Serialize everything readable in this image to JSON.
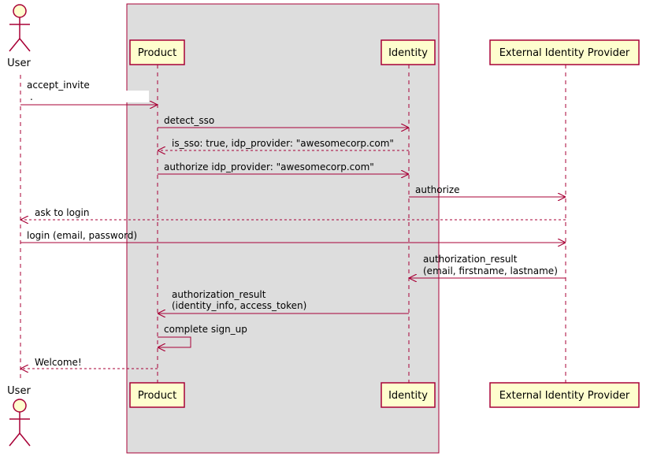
{
  "colors": {
    "line": "#A80036",
    "participant_fill": "#FEFECE",
    "actor_fill": "#FEFECE",
    "box_fill": "#DDDDDD",
    "box_border": "#A80036"
  },
  "actor": {
    "label": "User"
  },
  "participants": [
    {
      "id": "product",
      "label": "Product"
    },
    {
      "id": "identity",
      "label": "Identity"
    },
    {
      "id": "idp",
      "label": "External Identity Provider"
    }
  ],
  "messages": [
    {
      "from": "user",
      "to": "product",
      "label": "accept_invite",
      "sublabel": "."
    },
    {
      "from": "product",
      "to": "identity",
      "label": "detect_sso"
    },
    {
      "from": "identity",
      "to": "product",
      "label": "is_sso: true, idp_provider: \"awesomecorp.com\"",
      "dashed": true
    },
    {
      "from": "product",
      "to": "identity",
      "label": "authorize idp_provider: \"awesomecorp.com\""
    },
    {
      "from": "identity",
      "to": "idp",
      "label": "authorize"
    },
    {
      "from": "idp",
      "to": "user",
      "label": "ask to login",
      "dashed": true
    },
    {
      "from": "user",
      "to": "idp",
      "label": "login (email, password)"
    },
    {
      "from": "idp",
      "to": "identity",
      "label": "authorization_result",
      "label2": "(email, firstname, lastname)"
    },
    {
      "from": "identity",
      "to": "product",
      "label": "authorization_result",
      "label2": "(identity_info, access_token)"
    },
    {
      "from": "product",
      "to": "product",
      "label": "complete sign_up",
      "self": true
    },
    {
      "from": "product",
      "to": "user",
      "label": "Welcome!",
      "dashed": true
    }
  ]
}
